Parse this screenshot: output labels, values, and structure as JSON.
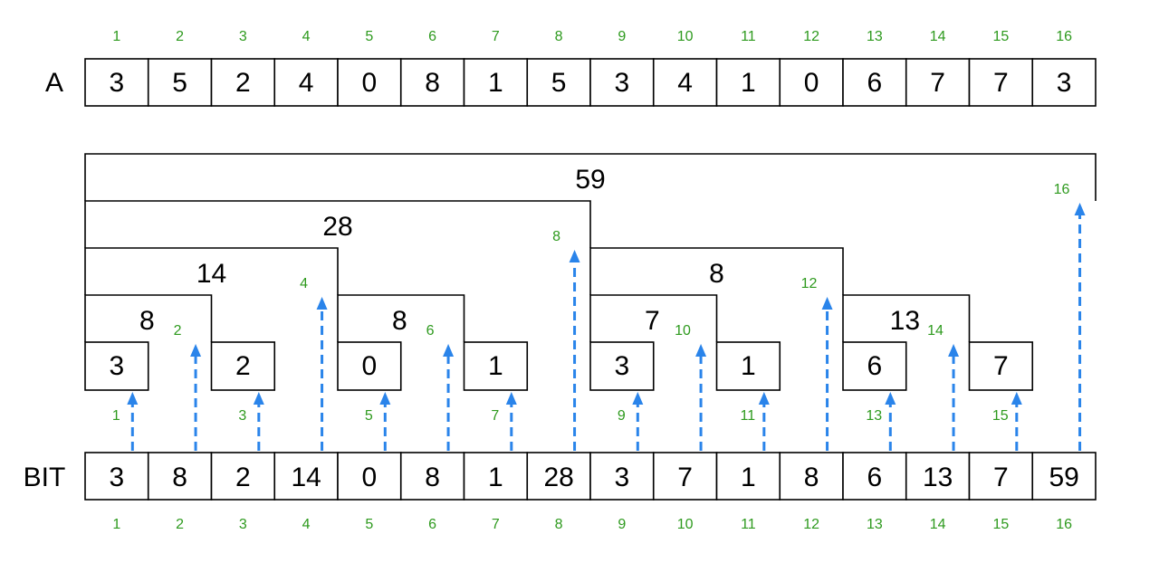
{
  "array_a": {
    "label": "A",
    "values": [
      "3",
      "5",
      "2",
      "4",
      "0",
      "8",
      "1",
      "5",
      "3",
      "4",
      "1",
      "0",
      "6",
      "7",
      "7",
      "3"
    ]
  },
  "bit": {
    "label": "BIT",
    "values": [
      "3",
      "8",
      "2",
      "14",
      "0",
      "8",
      "1",
      "28",
      "3",
      "7",
      "1",
      "8",
      "6",
      "13",
      "7",
      "59"
    ]
  },
  "indices": [
    "1",
    "2",
    "3",
    "4",
    "5",
    "6",
    "7",
    "8",
    "9",
    "10",
    "11",
    "12",
    "13",
    "14",
    "15",
    "16"
  ],
  "tree_nodes": [
    {
      "index": "1",
      "value": "3",
      "level": 0
    },
    {
      "index": "2",
      "value": "8",
      "level": 1
    },
    {
      "index": "3",
      "value": "2",
      "level": 0
    },
    {
      "index": "4",
      "value": "14",
      "level": 2
    },
    {
      "index": "5",
      "value": "0",
      "level": 0
    },
    {
      "index": "6",
      "value": "8",
      "level": 1
    },
    {
      "index": "7",
      "value": "1",
      "level": 0
    },
    {
      "index": "8",
      "value": "28",
      "level": 3
    },
    {
      "index": "9",
      "value": "3",
      "level": 0
    },
    {
      "index": "10",
      "value": "7",
      "level": 1
    },
    {
      "index": "11",
      "value": "1",
      "level": 0
    },
    {
      "index": "12",
      "value": "8",
      "level": 2
    },
    {
      "index": "13",
      "value": "6",
      "level": 0
    },
    {
      "index": "14",
      "value": "13",
      "level": 1
    },
    {
      "index": "15",
      "value": "7",
      "level": 0
    },
    {
      "index": "16",
      "value": "59",
      "level": 4
    }
  ],
  "colors": {
    "index_text": "#2e9a1e",
    "arrow": "#2a84ea",
    "line": "#000000"
  }
}
